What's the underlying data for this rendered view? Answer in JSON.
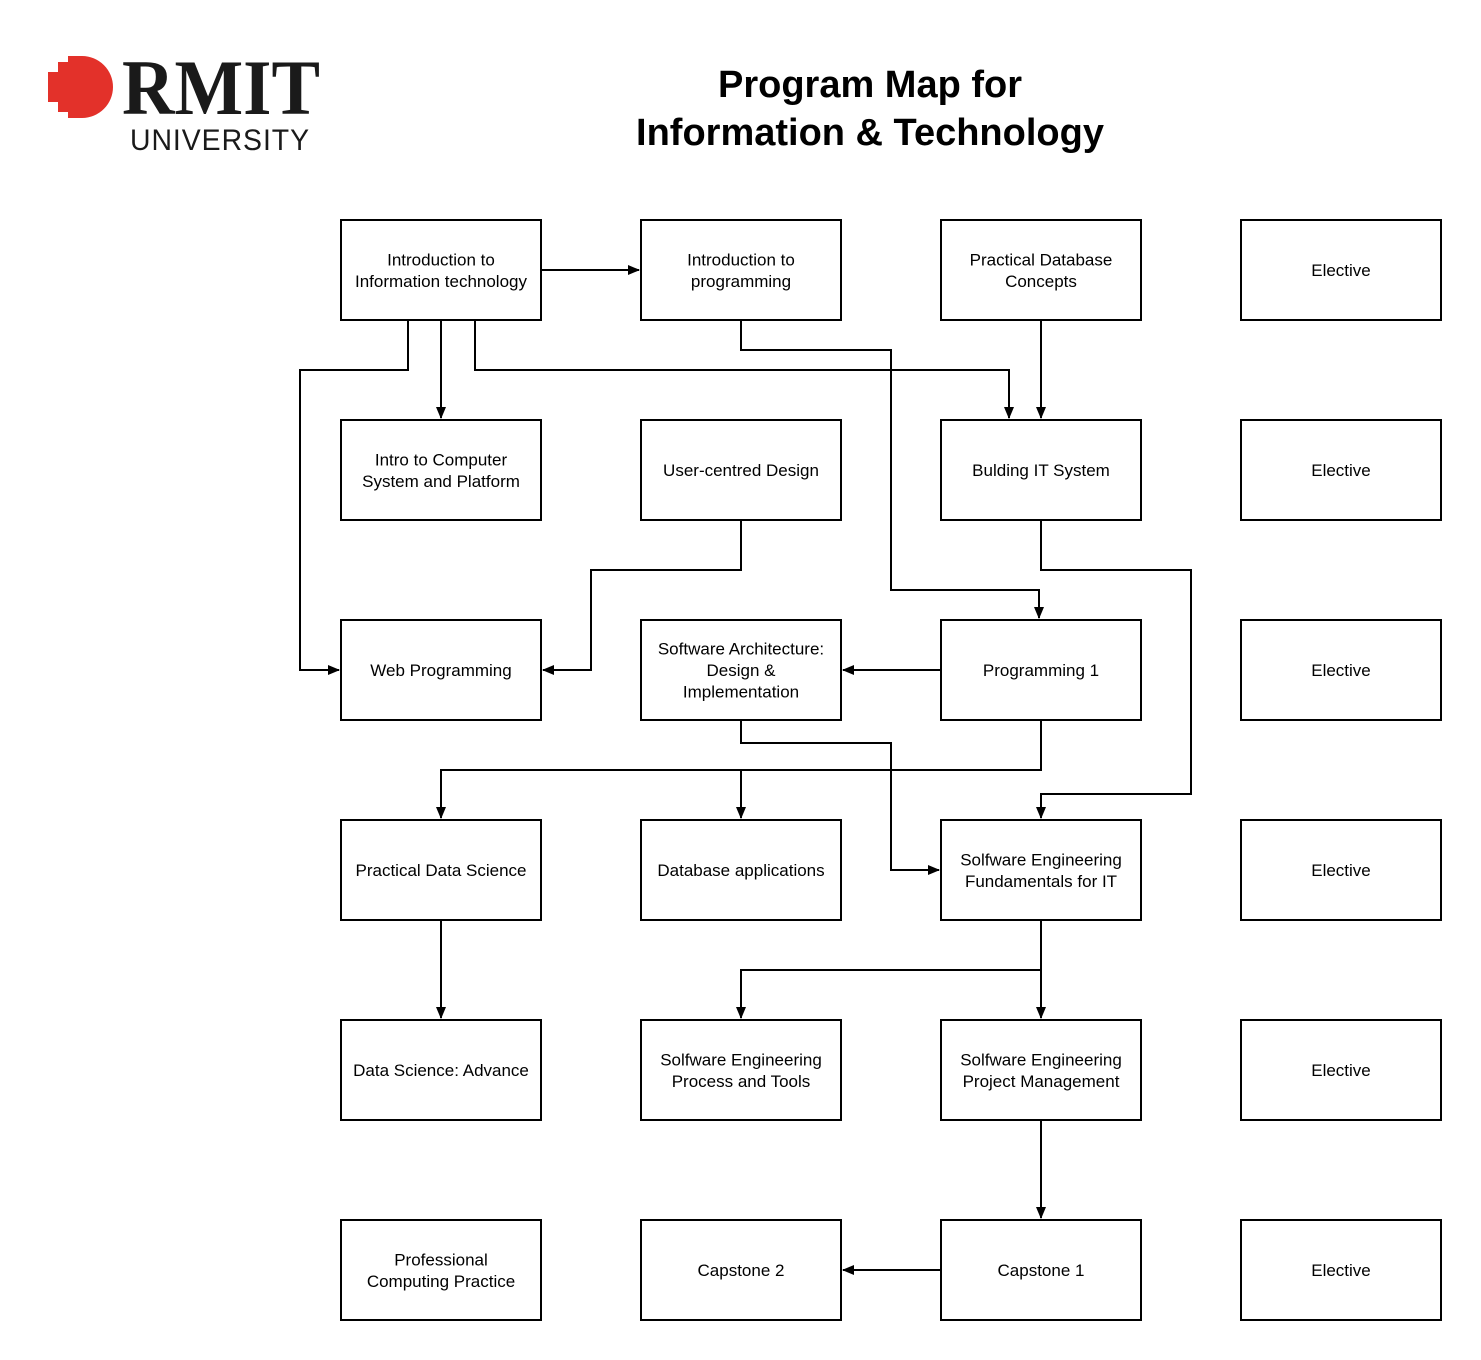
{
  "header": {
    "title_line1": "Program Map for",
    "title_line2": "Information & Technology",
    "logo": {
      "wordmark": "RMIT",
      "subtitle": "UNIVERSITY",
      "accent_color": "#e3312a",
      "icon": "rmit-pixel-logo-icon"
    }
  },
  "nodes": [
    {
      "id": "intro-it",
      "lines": [
        "Introduction to",
        "Information technology"
      ]
    },
    {
      "id": "intro-prog",
      "lines": [
        "Introduction to",
        "programming"
      ]
    },
    {
      "id": "practical-db",
      "lines": [
        "Practical Database",
        "Concepts"
      ]
    },
    {
      "id": "elective-1",
      "lines": [
        "Elective"
      ]
    },
    {
      "id": "intro-comp-sys",
      "lines": [
        "Intro to Computer",
        "System and Platform"
      ]
    },
    {
      "id": "user-centred",
      "lines": [
        "User-centred Design"
      ]
    },
    {
      "id": "building-it",
      "lines": [
        "Bulding IT System"
      ]
    },
    {
      "id": "elective-2",
      "lines": [
        "Elective"
      ]
    },
    {
      "id": "web-prog",
      "lines": [
        "Web Programming"
      ]
    },
    {
      "id": "sw-arch",
      "lines": [
        "Software Architecture:",
        "Design &",
        "Implementation"
      ]
    },
    {
      "id": "prog-1",
      "lines": [
        "Programming 1"
      ]
    },
    {
      "id": "elective-3",
      "lines": [
        "Elective"
      ]
    },
    {
      "id": "practical-ds",
      "lines": [
        "Practical Data Science"
      ]
    },
    {
      "id": "db-apps",
      "lines": [
        "Database applications"
      ]
    },
    {
      "id": "se-fund",
      "lines": [
        "Solfware Engineering",
        "Fundamentals for IT"
      ]
    },
    {
      "id": "elective-4",
      "lines": [
        "Elective"
      ]
    },
    {
      "id": "ds-advance",
      "lines": [
        "Data Science: Advance"
      ]
    },
    {
      "id": "se-process",
      "lines": [
        "Solfware Engineering",
        "Process and Tools"
      ]
    },
    {
      "id": "se-pm",
      "lines": [
        "Solfware Engineering",
        "Project Management"
      ]
    },
    {
      "id": "elective-5",
      "lines": [
        "Elective"
      ]
    },
    {
      "id": "prof-practice",
      "lines": [
        "Professional",
        "Computing Practice"
      ]
    },
    {
      "id": "capstone-2",
      "lines": [
        "Capstone 2"
      ]
    },
    {
      "id": "capstone-1",
      "lines": [
        "Capstone 1"
      ]
    },
    {
      "id": "elective-6",
      "lines": [
        "Elective"
      ]
    }
  ],
  "edges": [
    {
      "from": "intro-it",
      "to": "intro-prog"
    },
    {
      "from": "intro-it",
      "to": "intro-comp-sys"
    },
    {
      "from": "intro-it",
      "to": "web-prog"
    },
    {
      "from": "intro-it",
      "to": "building-it"
    },
    {
      "from": "practical-db",
      "to": "building-it"
    },
    {
      "from": "intro-prog",
      "to": "prog-1"
    },
    {
      "from": "user-centred",
      "to": "web-prog"
    },
    {
      "from": "building-it",
      "to": "se-fund"
    },
    {
      "from": "prog-1",
      "to": "sw-arch"
    },
    {
      "from": "prog-1",
      "to": "practical-ds"
    },
    {
      "from": "prog-1",
      "to": "db-apps"
    },
    {
      "from": "sw-arch",
      "to": "se-fund"
    },
    {
      "from": "practical-ds",
      "to": "ds-advance"
    },
    {
      "from": "se-fund",
      "to": "se-process"
    },
    {
      "from": "se-fund",
      "to": "se-pm"
    },
    {
      "from": "se-pm",
      "to": "capstone-1"
    },
    {
      "from": "capstone-1",
      "to": "capstone-2"
    }
  ]
}
